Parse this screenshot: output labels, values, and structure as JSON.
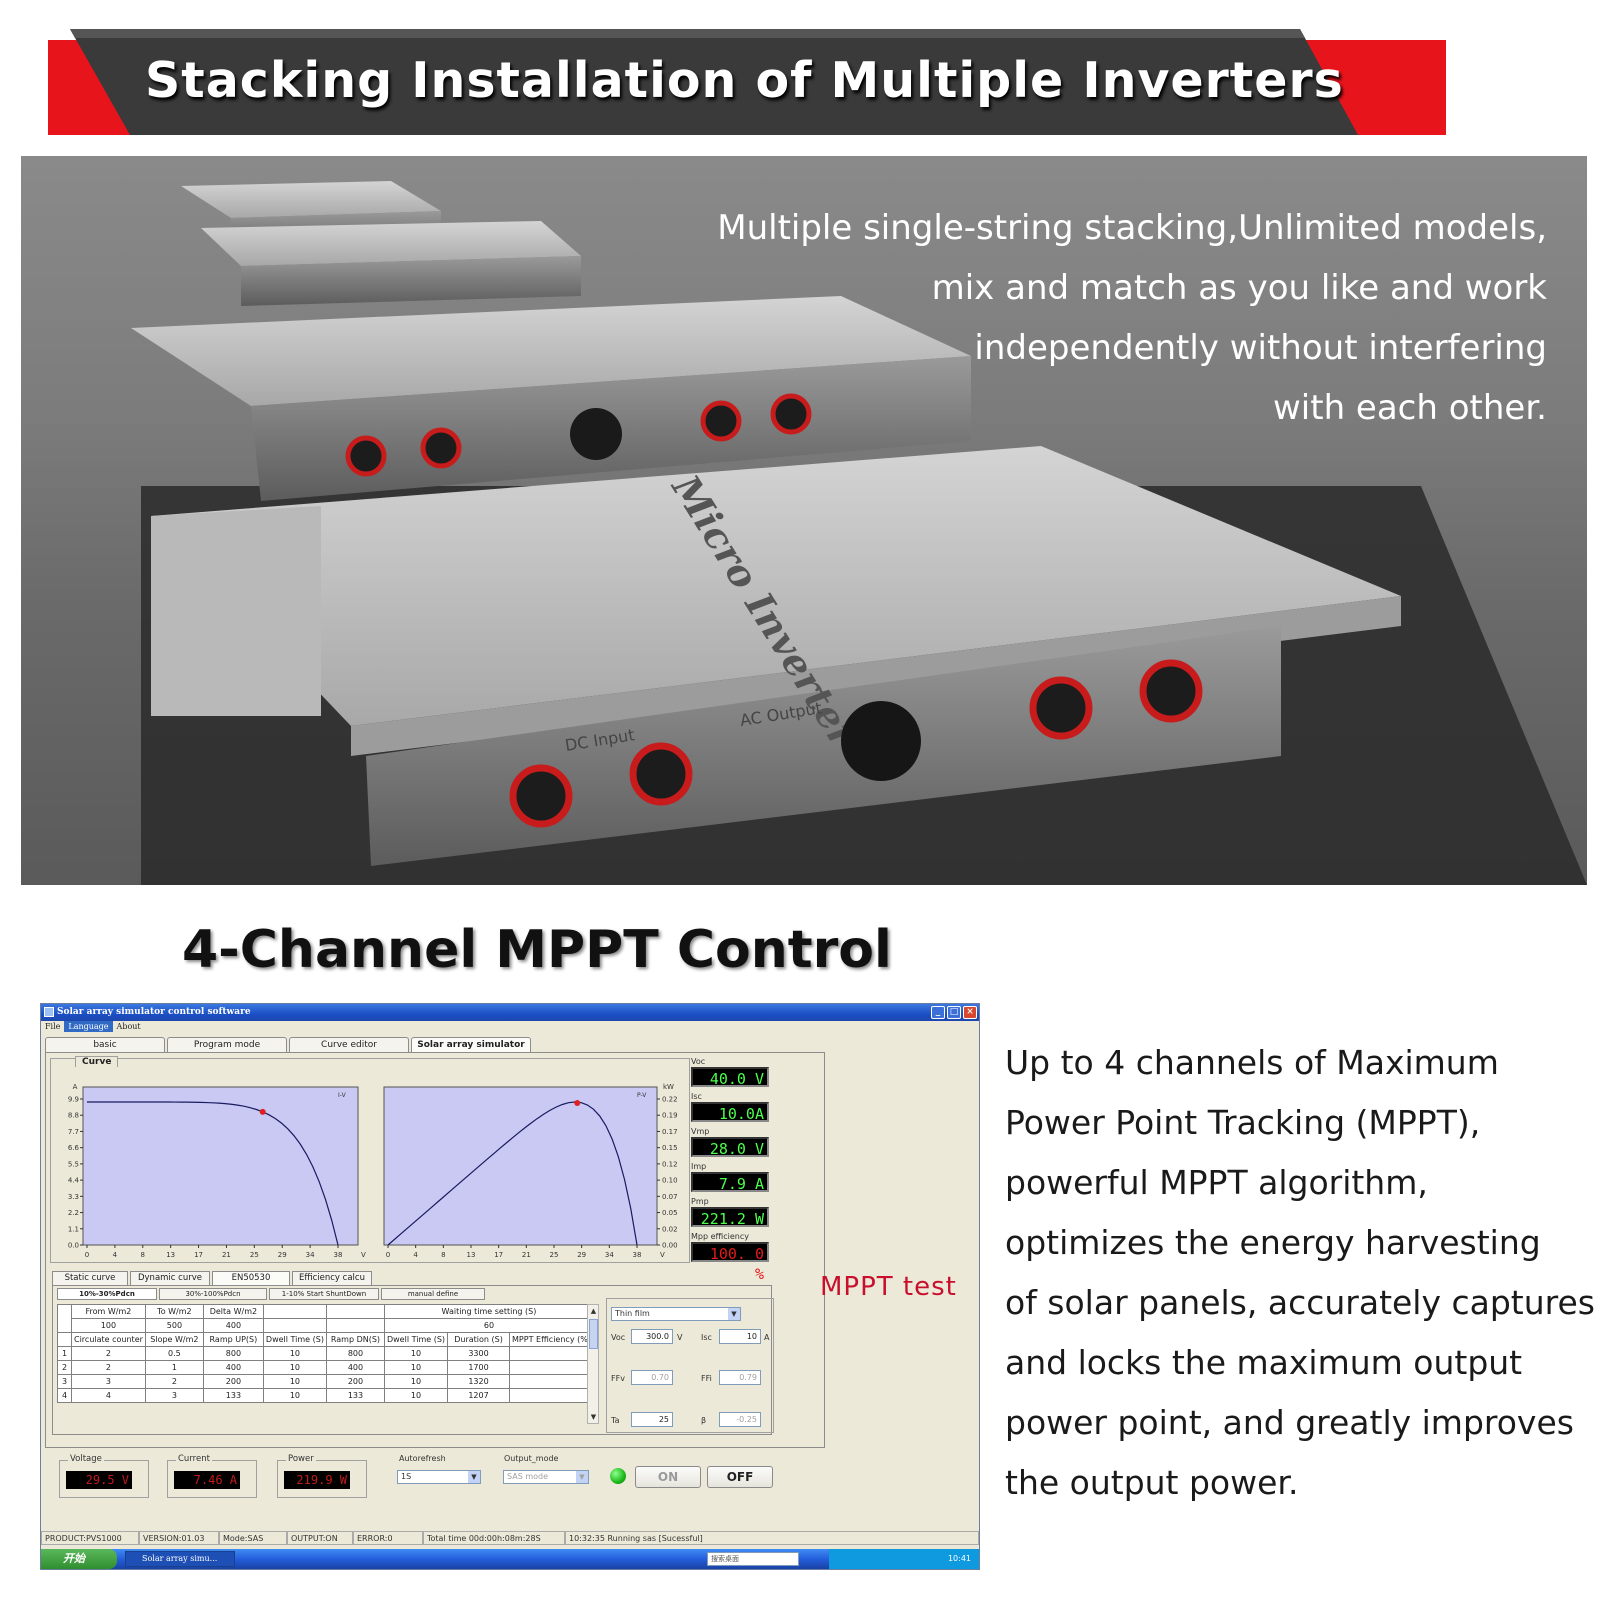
{
  "banner": {
    "title": "Stacking Installation of Multiple Inverters"
  },
  "photo": {
    "caption_lines": [
      "Multiple single-string stacking,Unlimited models,",
      "mix and match as you like and work",
      "independently without interfering",
      "with each other."
    ],
    "labels": {
      "brand": "Micro Inverter",
      "dc_input": "DC Input",
      "ac_output": "AC Output"
    }
  },
  "mppt": {
    "heading": "4-Channel MPPT Control",
    "test_label": "MPPT test",
    "description_lines": [
      "Up to 4 channels of Maximum",
      "Power Point Tracking (MPPT),",
      "powerful MPPT algorithm,",
      "optimizes the energy harvesting",
      "of solar panels, accurately captures",
      "and locks the maximum output",
      "power point, and greatly improves",
      "the output power."
    ]
  },
  "software": {
    "title": "Solar array simulator control software",
    "menu": [
      "File",
      "Language",
      "About"
    ],
    "active_menu": "Language",
    "tabs": [
      "basic",
      "Program mode",
      "Curve editor",
      "Solar array simulator"
    ],
    "active_tab": "Solar array simulator",
    "curve_label": "Curve",
    "iv_chart": {
      "ylabel": "A",
      "xlabel": "V",
      "corner": "I-V",
      "yticks": [
        "9.9",
        "8.8",
        "7.7",
        "6.6",
        "5.5",
        "4.4",
        "3.3",
        "2.2",
        "1.1",
        "0.0"
      ],
      "xticks": [
        "0",
        "4",
        "8",
        "13",
        "17",
        "21",
        "25",
        "29",
        "34",
        "38"
      ]
    },
    "pv_chart": {
      "ylabel": "kW",
      "xlabel": "V",
      "corner": "P-V",
      "yticks": [
        "0.22",
        "0.19",
        "0.17",
        "0.15",
        "0.12",
        "0.10",
        "0.07",
        "0.05",
        "0.02",
        "0.00"
      ],
      "xticks": [
        "0",
        "4",
        "8",
        "13",
        "17",
        "21",
        "25",
        "29",
        "34",
        "38"
      ]
    },
    "readouts": [
      {
        "label": "Voc",
        "value": "40.0 V"
      },
      {
        "label": "Isc",
        "value": "10.0A"
      },
      {
        "label": "Vmp",
        "value": "28.0 V"
      },
      {
        "label": "Imp",
        "value": "7.9 A"
      },
      {
        "label": "Pmp",
        "value": "221.2 W"
      },
      {
        "label": "Mpp efficiency",
        "value": "100. 0 %"
      }
    ],
    "subtabs": [
      "Static curve",
      "Dynamic curve",
      "EN50530",
      "Efficiency calcu"
    ],
    "active_subtab": "EN50530",
    "subsubtabs": [
      "10%-30%Pdcn",
      "30%-100%Pdcn",
      "1-10% Start ShuntDown",
      "manual define"
    ],
    "active_subsubtab": "10%-30%Pdcn",
    "table": {
      "top_headers": [
        "From W/m2",
        "To W/m2",
        "Delta W/m2",
        "Waiting time setting (S)"
      ],
      "top_values": [
        "100",
        "500",
        "400",
        "60"
      ],
      "headers": [
        "Circulate counter",
        "Slope W/m2",
        "Ramp UP(S)",
        "Dwell Time (S)",
        "Ramp DN(S)",
        "Dwell Time (S)",
        "Duration (S)",
        "MPPT Efficiency (%)"
      ],
      "rows": [
        {
          "n": "1",
          "cells": [
            "2",
            "0.5",
            "800",
            "10",
            "800",
            "10",
            "3300",
            ""
          ]
        },
        {
          "n": "2",
          "cells": [
            "2",
            "1",
            "400",
            "10",
            "400",
            "10",
            "1700",
            ""
          ]
        },
        {
          "n": "3",
          "cells": [
            "3",
            "2",
            "200",
            "10",
            "200",
            "10",
            "1320",
            ""
          ]
        },
        {
          "n": "4",
          "cells": [
            "4",
            "3",
            "133",
            "10",
            "133",
            "10",
            "1207",
            ""
          ]
        }
      ]
    },
    "panel_settings": {
      "type": "Thin film",
      "voc_label": "Voc",
      "voc": "300.0",
      "voc_unit": "V",
      "isc_label": "Isc",
      "isc": "10",
      "isc_unit": "A",
      "ffv_label": "FFv",
      "ffv": "0.70",
      "ffi_label": "FFi",
      "ffi": "0.79",
      "ta_label": "Ta",
      "ta": "25",
      "beta_label": "β",
      "beta": "-0.25"
    },
    "meters": [
      {
        "label": "Voltage",
        "value": "29.5 V"
      },
      {
        "label": "Current",
        "value": "7.46 A"
      },
      {
        "label": "Power",
        "value": "219.9 W"
      }
    ],
    "autorefresh_label": "Autorefresh",
    "autorefresh": "1S",
    "output_mode_label": "Output_mode",
    "output_mode": "SAS mode",
    "on_label": "ON",
    "off_label": "OFF",
    "status": [
      "PRODUCT:PVS1000",
      "VERSION:01.03",
      "Mode:SAS",
      "OUTPUT:ON",
      "ERROR:0",
      "Total time 00d:00h:08m:28S",
      "10:32:35 Running sas [Sucessful]"
    ],
    "taskbar": {
      "start": "开始",
      "item": "Solar array simu...",
      "search": "搜索桌面",
      "clock": "10:41"
    }
  },
  "colors": {
    "banner_red": "#e8141c",
    "banner_dark": "#3a3a3a",
    "accent_red": "#c8102e",
    "lcd_green": "#4cff4c",
    "lcd_red": "#c41a1a"
  }
}
